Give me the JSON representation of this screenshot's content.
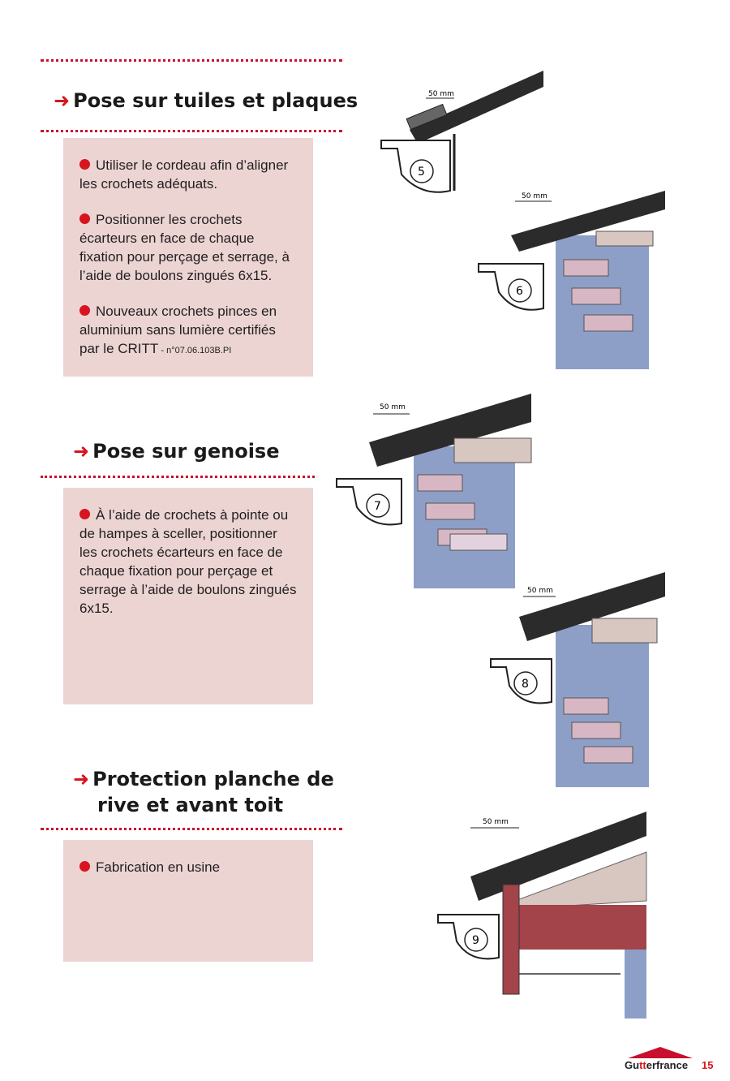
{
  "sections": [
    {
      "title": "Pose sur tuiles et plaques",
      "items": [
        "Utiliser le cordeau afin d’aligner les crochets adéquats.",
        "Positionner les crochets écarteurs en face de chaque fixation pour perçage et serrage, à l’aide de boulons zingués 6x15.",
        "Nouveaux crochets pinces en aluminium sans lumière certifiés par le CRITT"
      ],
      "note": " - n°07.06.103B.PI"
    },
    {
      "title": "Pose sur genoise",
      "items": [
        "À l’aide de crochets à pointe ou de hampes à sceller, positionner les crochets écarteurs en face de chaque fixation pour perçage et serrage à l’aide de boulons zingués 6x15."
      ]
    },
    {
      "title_line1": "Protection planche de",
      "title_line2": "rive et avant toit",
      "items": [
        "Fabrication en usine"
      ]
    }
  ],
  "figures": {
    "dimension_label": "50 mm",
    "numbers": [
      "5",
      "6",
      "7",
      "8",
      "9"
    ]
  },
  "footer": {
    "brand_part1": "Gu",
    "brand_part2": "tt",
    "brand_part3": "erfrance",
    "page_number": "15"
  },
  "colors": {
    "accent": "#d7141f",
    "box_background": "#ecd4d2",
    "masonry": "#8e9fc7",
    "timber": "#a3434a"
  }
}
